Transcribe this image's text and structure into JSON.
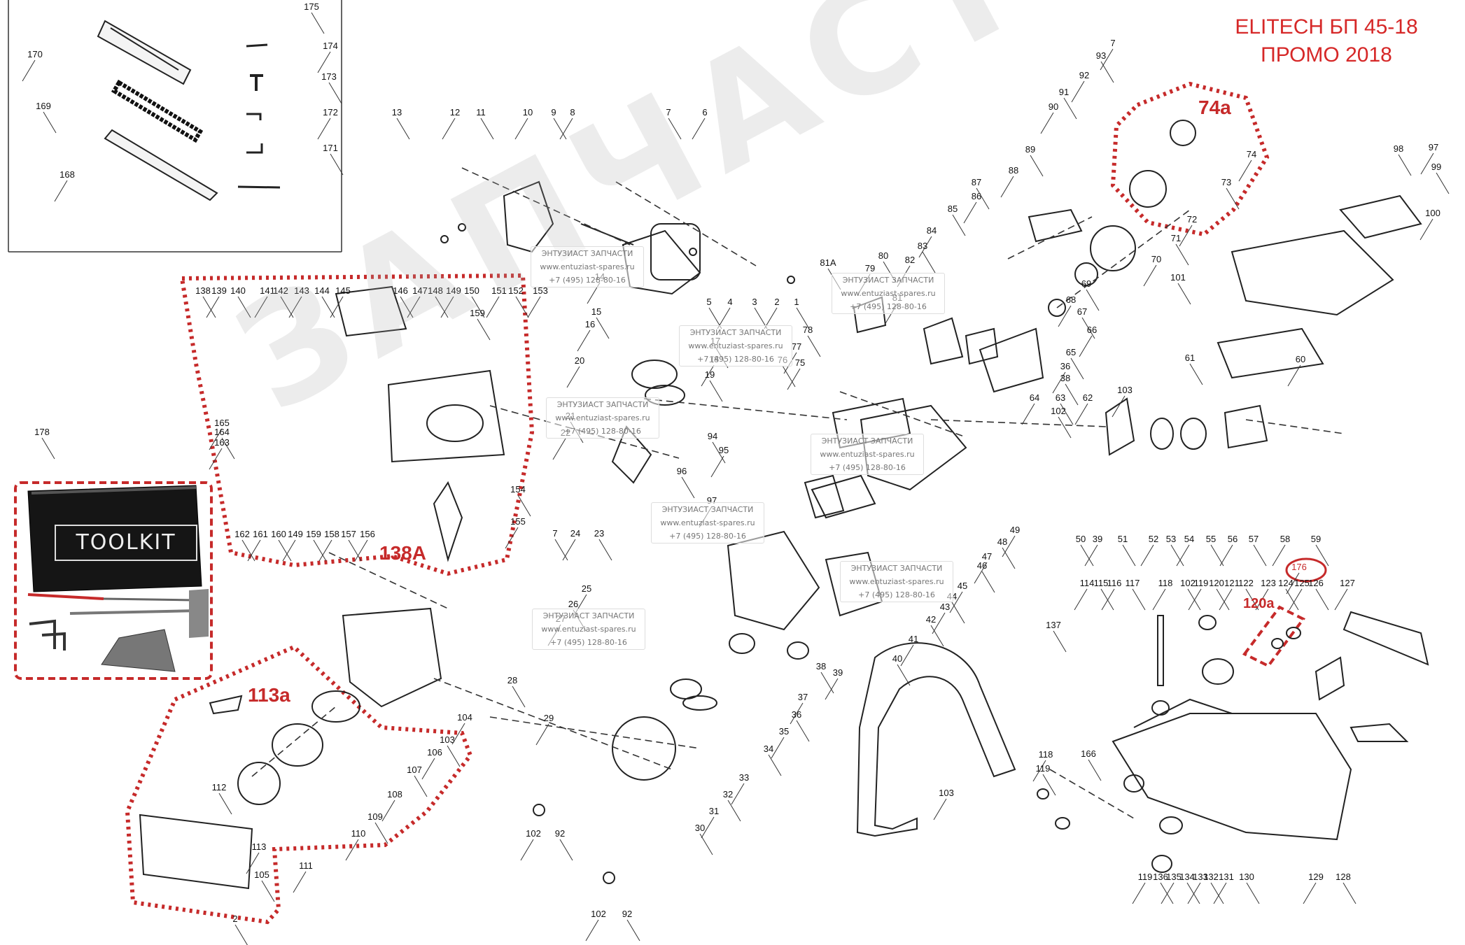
{
  "title": {
    "line1": "ELITECH БП 45-18",
    "line2": "ПРОМО 2018"
  },
  "groups": {
    "g138a": "138A",
    "g113a": "113a",
    "g74a": "74a",
    "g120a": "120a",
    "g176": "176",
    "g178": "178"
  },
  "toolkit": {
    "label": "TOOLKIT"
  },
  "watermark": {
    "company": "ЭНТУЗИАСТ ЗАПЧАСТИ",
    "site": "www.entuziast-spares.ru",
    "phone": "+7 (495) 128-80-16"
  },
  "colors": {
    "accent_red": "#d62828",
    "line": "#222222"
  },
  "parts": [
    [
      "175",
      445,
      14
    ],
    [
      "174",
      472,
      70
    ],
    [
      "173",
      470,
      114
    ],
    [
      "172",
      472,
      165
    ],
    [
      "171",
      472,
      216
    ],
    [
      "170",
      50,
      82
    ],
    [
      "169",
      62,
      156
    ],
    [
      "168",
      96,
      254
    ],
    [
      "13",
      567,
      165
    ],
    [
      "12",
      650,
      165
    ],
    [
      "11",
      687,
      165
    ],
    [
      "10",
      754,
      165
    ],
    [
      "9",
      791,
      165
    ],
    [
      "8",
      818,
      165
    ],
    [
      "7",
      955,
      165
    ],
    [
      "6",
      1007,
      165
    ],
    [
      "5",
      1013,
      436
    ],
    [
      "4",
      1043,
      436
    ],
    [
      "3",
      1078,
      436
    ],
    [
      "2",
      1110,
      436
    ],
    [
      "1",
      1138,
      436
    ],
    [
      "14",
      857,
      400
    ],
    [
      "15",
      852,
      450
    ],
    [
      "16",
      843,
      468
    ],
    [
      "17",
      1022,
      492
    ],
    [
      "18",
      1020,
      518
    ],
    [
      "19",
      1014,
      540
    ],
    [
      "20",
      828,
      520
    ],
    [
      "21",
      815,
      599
    ],
    [
      "22",
      808,
      623
    ],
    [
      "138",
      290,
      420
    ],
    [
      "139",
      313,
      420
    ],
    [
      "140",
      340,
      420
    ],
    [
      "141",
      382,
      420
    ],
    [
      "142",
      401,
      420
    ],
    [
      "143",
      431,
      420
    ],
    [
      "144",
      460,
      420
    ],
    [
      "145",
      490,
      420
    ],
    [
      "146",
      572,
      420
    ],
    [
      "147",
      600,
      420
    ],
    [
      "148",
      622,
      420
    ],
    [
      "149",
      648,
      420
    ],
    [
      "150",
      674,
      420
    ],
    [
      "151",
      713,
      420
    ],
    [
      "152",
      737,
      420
    ],
    [
      "153",
      772,
      420
    ],
    [
      "159",
      682,
      452
    ],
    [
      "165",
      317,
      609
    ],
    [
      "164",
      317,
      622
    ],
    [
      "163",
      317,
      637
    ],
    [
      "162",
      346,
      768
    ],
    [
      "161",
      372,
      768
    ],
    [
      "160",
      398,
      768
    ],
    [
      "149",
      422,
      768
    ],
    [
      "159",
      448,
      768
    ],
    [
      "158",
      474,
      768
    ],
    [
      "157",
      498,
      768
    ],
    [
      "156",
      525,
      768
    ],
    [
      "154",
      740,
      704
    ],
    [
      "155",
      740,
      750
    ],
    [
      "178",
      60,
      622
    ],
    [
      "113a",
      350,
      994
    ],
    [
      "112",
      313,
      1130
    ],
    [
      "113",
      370,
      1215
    ],
    [
      "105",
      374,
      1255
    ],
    [
      "111",
      437,
      1242
    ],
    [
      "2",
      336,
      1318
    ],
    [
      "110",
      512,
      1196
    ],
    [
      "109",
      536,
      1172
    ],
    [
      "108",
      564,
      1140
    ],
    [
      "107",
      592,
      1105
    ],
    [
      "106",
      621,
      1080
    ],
    [
      "103",
      639,
      1062
    ],
    [
      "104",
      664,
      1030
    ],
    [
      "7",
      793,
      767
    ],
    [
      "24",
      822,
      767
    ],
    [
      "23",
      856,
      767
    ],
    [
      "25",
      838,
      846
    ],
    [
      "26",
      819,
      868
    ],
    [
      "27",
      801,
      889
    ],
    [
      "28",
      732,
      977
    ],
    [
      "29",
      784,
      1031
    ],
    [
      "30",
      1000,
      1188
    ],
    [
      "31",
      1020,
      1164
    ],
    [
      "32",
      1040,
      1140
    ],
    [
      "33",
      1063,
      1116
    ],
    [
      "34",
      1098,
      1075
    ],
    [
      "35",
      1120,
      1050
    ],
    [
      "36",
      1138,
      1026
    ],
    [
      "37",
      1147,
      1001
    ],
    [
      "38",
      1173,
      957
    ],
    [
      "39",
      1197,
      966
    ],
    [
      "40",
      1282,
      946
    ],
    [
      "41",
      1305,
      918
    ],
    [
      "42",
      1330,
      890
    ],
    [
      "43",
      1350,
      872
    ],
    [
      "44",
      1360,
      857
    ],
    [
      "45",
      1375,
      842
    ],
    [
      "46",
      1403,
      813
    ],
    [
      "47",
      1410,
      800
    ],
    [
      "48",
      1432,
      779
    ],
    [
      "49",
      1450,
      762
    ],
    [
      "50",
      1544,
      775
    ],
    [
      "39",
      1568,
      775
    ],
    [
      "51",
      1604,
      775
    ],
    [
      "52",
      1648,
      775
    ],
    [
      "53",
      1673,
      775
    ],
    [
      "54",
      1699,
      775
    ],
    [
      "55",
      1730,
      775
    ],
    [
      "56",
      1761,
      775
    ],
    [
      "57",
      1791,
      775
    ],
    [
      "58",
      1836,
      775
    ],
    [
      "59",
      1880,
      775
    ],
    [
      "60",
      1858,
      518
    ],
    [
      "61",
      1700,
      516
    ],
    [
      "62",
      1554,
      573
    ],
    [
      "102",
      1512,
      592
    ],
    [
      "103",
      1607,
      562
    ],
    [
      "63",
      1515,
      573
    ],
    [
      "64",
      1478,
      573
    ],
    [
      "65",
      1530,
      508
    ],
    [
      "36",
      1522,
      528
    ],
    [
      "38",
      1522,
      545
    ],
    [
      "66",
      1560,
      476
    ],
    [
      "67",
      1546,
      450
    ],
    [
      "68",
      1530,
      433
    ],
    [
      "69",
      1552,
      410
    ],
    [
      "70",
      1652,
      375
    ],
    [
      "71",
      1680,
      345
    ],
    [
      "72",
      1703,
      318
    ],
    [
      "73",
      1752,
      265
    ],
    [
      "74",
      1788,
      225
    ],
    [
      "74a",
      1733,
      157
    ],
    [
      "75",
      1143,
      523
    ],
    [
      "76",
      1118,
      519
    ],
    [
      "77",
      1138,
      500
    ],
    [
      "78",
      1154,
      476
    ],
    [
      "79",
      1243,
      388
    ],
    [
      "80",
      1262,
      370
    ],
    [
      "81",
      1282,
      430
    ],
    [
      "81A",
      1183,
      380
    ],
    [
      "82",
      1300,
      376
    ],
    [
      "83",
      1318,
      356
    ],
    [
      "84",
      1331,
      334
    ],
    [
      "85",
      1361,
      303
    ],
    [
      "86",
      1395,
      285
    ],
    [
      "87",
      1395,
      265
    ],
    [
      "88",
      1448,
      248
    ],
    [
      "89",
      1472,
      218
    ],
    [
      "90",
      1505,
      157
    ],
    [
      "91",
      1520,
      136
    ],
    [
      "92",
      1549,
      112
    ],
    [
      "93",
      1573,
      84
    ],
    [
      "7",
      1590,
      66
    ],
    [
      "94",
      1018,
      628
    ],
    [
      "95",
      1034,
      648
    ],
    [
      "96",
      974,
      678
    ],
    [
      "97",
      1017,
      720
    ],
    [
      "98",
      1998,
      217
    ],
    [
      "97",
      2048,
      215
    ],
    [
      "99",
      2052,
      243
    ],
    [
      "100",
      2047,
      309
    ],
    [
      "101",
      1683,
      401
    ],
    [
      "102",
      762,
      1196
    ],
    [
      "92",
      800,
      1196
    ],
    [
      "102",
      855,
      1311
    ],
    [
      "92",
      896,
      1311
    ],
    [
      "114",
      1553,
      838
    ],
    [
      "115",
      1573,
      838
    ],
    [
      "116",
      1592,
      838
    ],
    [
      "117",
      1618,
      838
    ],
    [
      "118",
      1665,
      838
    ],
    [
      "102",
      1697,
      838
    ],
    [
      "119",
      1716,
      838
    ],
    [
      "120",
      1738,
      838
    ],
    [
      "121",
      1760,
      838
    ],
    [
      "122",
      1780,
      838
    ],
    [
      "123",
      1812,
      838
    ],
    [
      "124",
      1837,
      838
    ],
    [
      "125",
      1860,
      838
    ],
    [
      "126",
      1880,
      838
    ],
    [
      "127",
      1925,
      838
    ],
    [
      "120a",
      1797,
      865
    ],
    [
      "176",
      1856,
      815
    ],
    [
      "137",
      1505,
      898
    ],
    [
      "118",
      1494,
      1083
    ],
    [
      "119",
      1490,
      1103
    ],
    [
      "103",
      1352,
      1138
    ],
    [
      "166",
      1555,
      1082
    ],
    [
      "119",
      1636,
      1258
    ],
    [
      "136",
      1658,
      1258
    ],
    [
      "135",
      1677,
      1258
    ],
    [
      "134",
      1696,
      1258
    ],
    [
      "133",
      1715,
      1258
    ],
    [
      "132",
      1730,
      1258
    ],
    [
      "131",
      1752,
      1258
    ],
    [
      "130",
      1781,
      1258
    ],
    [
      "129",
      1880,
      1258
    ],
    [
      "128",
      1919,
      1258
    ]
  ]
}
